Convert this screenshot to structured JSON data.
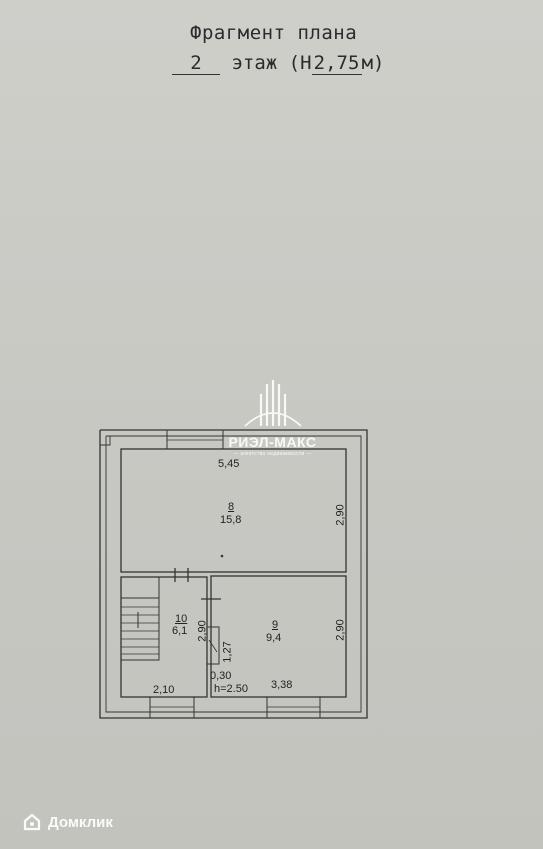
{
  "title": {
    "line1": "Фрагмент плана",
    "floor_value": "2",
    "floor_word": "этаж",
    "height_open": "(Н",
    "height_value": "2,75",
    "height_unit": "м)"
  },
  "plan": {
    "top_width": "5,45",
    "room8": {
      "number": "8",
      "area": "15,8",
      "side": "2,90"
    },
    "room9": {
      "number": "9",
      "area": "9,4",
      "side": "2,90",
      "bottom": "3,38"
    },
    "room10": {
      "number": "10",
      "area": "6,1",
      "side": "2,90",
      "bottom": "2,10"
    },
    "niche": {
      "depth": "1,27",
      "width": "0,30",
      "height": "h=2.50"
    }
  },
  "watermark": {
    "brand": "РИЭЛ-МАКС",
    "tagline": "— агентство недвижимости —"
  },
  "corner_logo": {
    "label": "Домклик"
  },
  "colors": {
    "paper": "#c9c9c4",
    "ink": "#2b2b2b",
    "watermark": "#ffffff"
  }
}
